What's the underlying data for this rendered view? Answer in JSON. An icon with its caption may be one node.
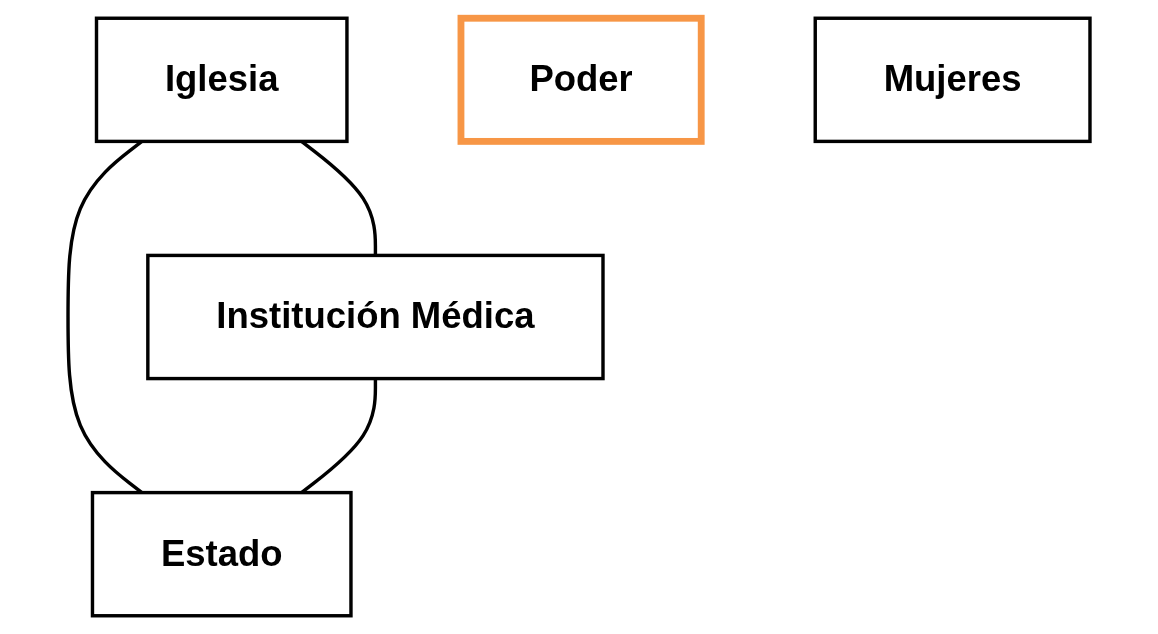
{
  "diagram": {
    "nodes": [
      {
        "text": [
          "Iglesia"
        ]
      },
      {
        "text": [
          "Poder"
        ]
      },
      {
        "text": [
          "Institución Médica"
        ]
      },
      {
        "text": [
          "Estado"
        ]
      },
      {
        "text": [
          "Mujeres"
        ]
      }
    ],
    "edges": [
      {
        "from": 0,
        "to": 2,
        "arrow": "none"
      },
      {
        "from": 0,
        "to": 3,
        "arrow": "none"
      },
      {
        "from": 2,
        "to": 3,
        "arrow": "none"
      }
    ]
  }
}
